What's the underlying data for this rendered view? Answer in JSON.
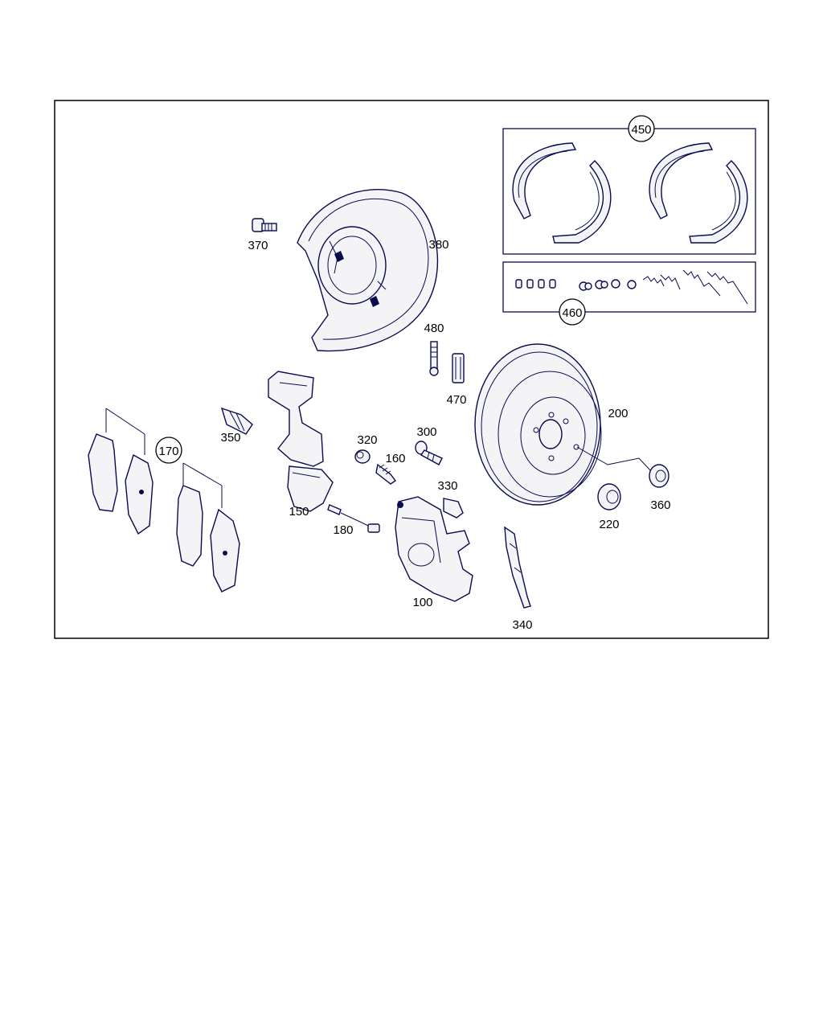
{
  "diagram": {
    "part_labels": {
      "p100": "100",
      "p150": "150",
      "p160": "160",
      "p170": "170",
      "p180": "180",
      "p200": "200",
      "p220": "220",
      "p300": "300",
      "p320": "320",
      "p330": "330",
      "p340": "340",
      "p350": "350",
      "p360": "360",
      "p370": "370",
      "p380": "380",
      "p450": "450",
      "p460": "460",
      "p470": "470",
      "p480": "480"
    },
    "line_color": "#0a0a50",
    "background_color": "#ffffff"
  }
}
